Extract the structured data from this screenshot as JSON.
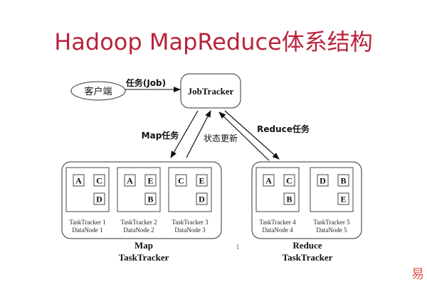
{
  "title": "Hadoop MapReduce体系结构",
  "client": {
    "label": "客户端"
  },
  "job_edge": {
    "label": "任务(Job)"
  },
  "jobtracker": {
    "label": "JobTracker"
  },
  "map_edge": {
    "label": "Map任务"
  },
  "status_edge": {
    "label": "状态更新"
  },
  "reduce_edge": {
    "label": "Reduce任务"
  },
  "map_group": {
    "label_line1": "Map",
    "label_line2": "TaskTracker",
    "nodes": [
      {
        "blocks": [
          "A",
          "C",
          "D"
        ],
        "tracker": "TaskTracker 1",
        "datanode": "DataNode 1"
      },
      {
        "blocks": [
          "A",
          "E",
          "B"
        ],
        "tracker": "TaskTracker 2",
        "datanode": "DataNode 2"
      },
      {
        "blocks": [
          "C",
          "E",
          "D"
        ],
        "tracker": "TaskTracker 3",
        "datanode": "DataNode 3"
      }
    ]
  },
  "reduce_group": {
    "label_line1": "Reduce",
    "label_line2": "TaskTracker",
    "nodes": [
      {
        "blocks": [
          "A",
          "C",
          "B"
        ],
        "tracker": "TaskTracker 4",
        "datanode": "DataNode 4"
      },
      {
        "blocks": [
          "D",
          "B",
          "E"
        ],
        "tracker": "TaskTracker 5",
        "datanode": "DataNode 5"
      }
    ]
  },
  "stray_mark": "1",
  "watermark_glyph": "易"
}
